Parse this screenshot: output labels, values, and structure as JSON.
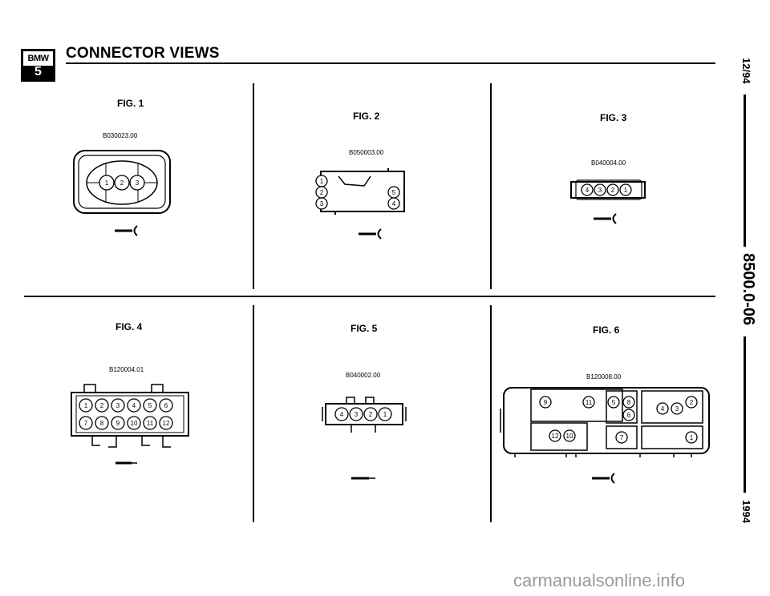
{
  "header": {
    "logo_top": "BMW",
    "logo_bottom": "5",
    "title": "CONNECTOR VIEWS"
  },
  "side": {
    "date": "12/94",
    "doc_number": "8500.0-06",
    "year": "1994"
  },
  "figures": [
    {
      "label": "FIG. 1",
      "code": "B030023.00",
      "pins": [
        "1",
        "2",
        "3"
      ]
    },
    {
      "label": "FIG. 2",
      "code": "B050003.00",
      "pins": [
        "1",
        "2",
        "3",
        "5",
        "4"
      ]
    },
    {
      "label": "FIG. 3",
      "code": "B040004.00",
      "pins": [
        "4",
        "3",
        "2",
        "1"
      ]
    },
    {
      "label": "FIG. 4",
      "code": "B120004.01",
      "pins": [
        "1",
        "2",
        "3",
        "4",
        "5",
        "6",
        "7",
        "8",
        "9",
        "10",
        "11",
        "12"
      ]
    },
    {
      "label": "FIG. 5",
      "code": "B040002.00",
      "pins": [
        "4",
        "3",
        "2",
        "1"
      ]
    },
    {
      "label": "FIG. 6",
      "code": "B120008.00",
      "pins": [
        "9",
        "11",
        "5",
        "8",
        "6",
        "2",
        "4",
        "3",
        "12",
        "10",
        "7",
        "1"
      ]
    }
  ],
  "footer": {
    "watermark": "carmanualsonline.info"
  }
}
